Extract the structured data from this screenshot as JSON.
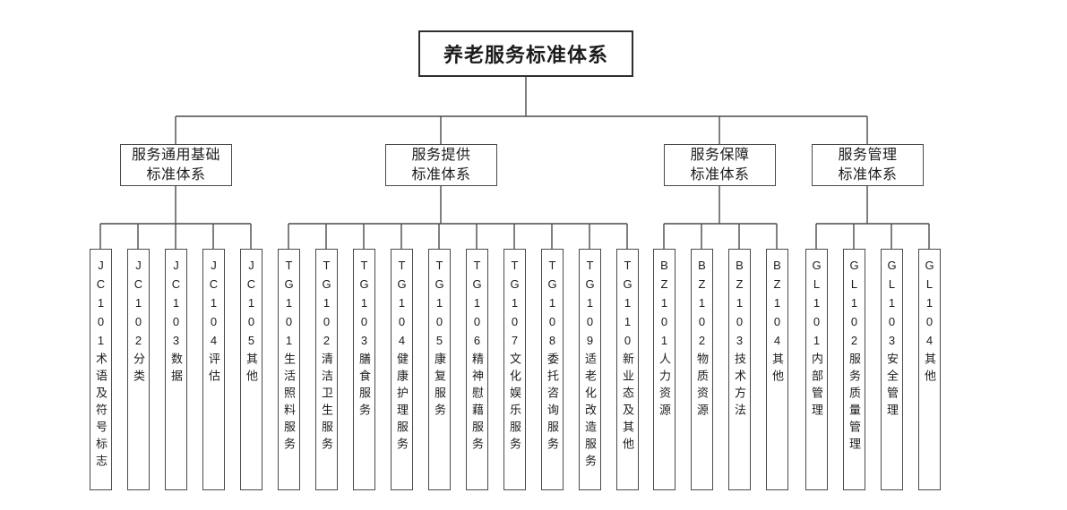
{
  "diagram": {
    "title": "养老服务标准体系",
    "line_color": "#4a4a4a",
    "root": {
      "label": "养老服务标准体系"
    },
    "branches": [
      {
        "label": "服务通用基础\n标准体系",
        "children": [
          {
            "label": "JC101术语及符号标志"
          },
          {
            "label": "JC102分类"
          },
          {
            "label": "JC103数据"
          },
          {
            "label": "JC104评估"
          },
          {
            "label": "JC105其他"
          }
        ]
      },
      {
        "label": "服务提供\n标准体系",
        "children": [
          {
            "label": "TG101生活照料服务"
          },
          {
            "label": "TG102清洁卫生服务"
          },
          {
            "label": "TG103膳食服务"
          },
          {
            "label": "TG104健康护理服务"
          },
          {
            "label": "TG105康复服务"
          },
          {
            "label": "TG106精神慰藉服务"
          },
          {
            "label": "TG107文化娱乐服务"
          },
          {
            "label": "TG108委托咨询服务"
          },
          {
            "label": "TG109适老化改造服务"
          },
          {
            "label": "TG110新业态及其他"
          }
        ]
      },
      {
        "label": "服务保障\n标准体系",
        "children": [
          {
            "label": "BZ101人力资源"
          },
          {
            "label": "BZ102物质资源"
          },
          {
            "label": "BZ103技术方法"
          },
          {
            "label": "BZ104其他"
          }
        ]
      },
      {
        "label": "服务管理\n标准体系",
        "children": [
          {
            "label": "GL101内部管理"
          },
          {
            "label": "GL102服务质量管理"
          },
          {
            "label": "GL103安全管理"
          },
          {
            "label": "GL104其他"
          }
        ]
      }
    ]
  }
}
